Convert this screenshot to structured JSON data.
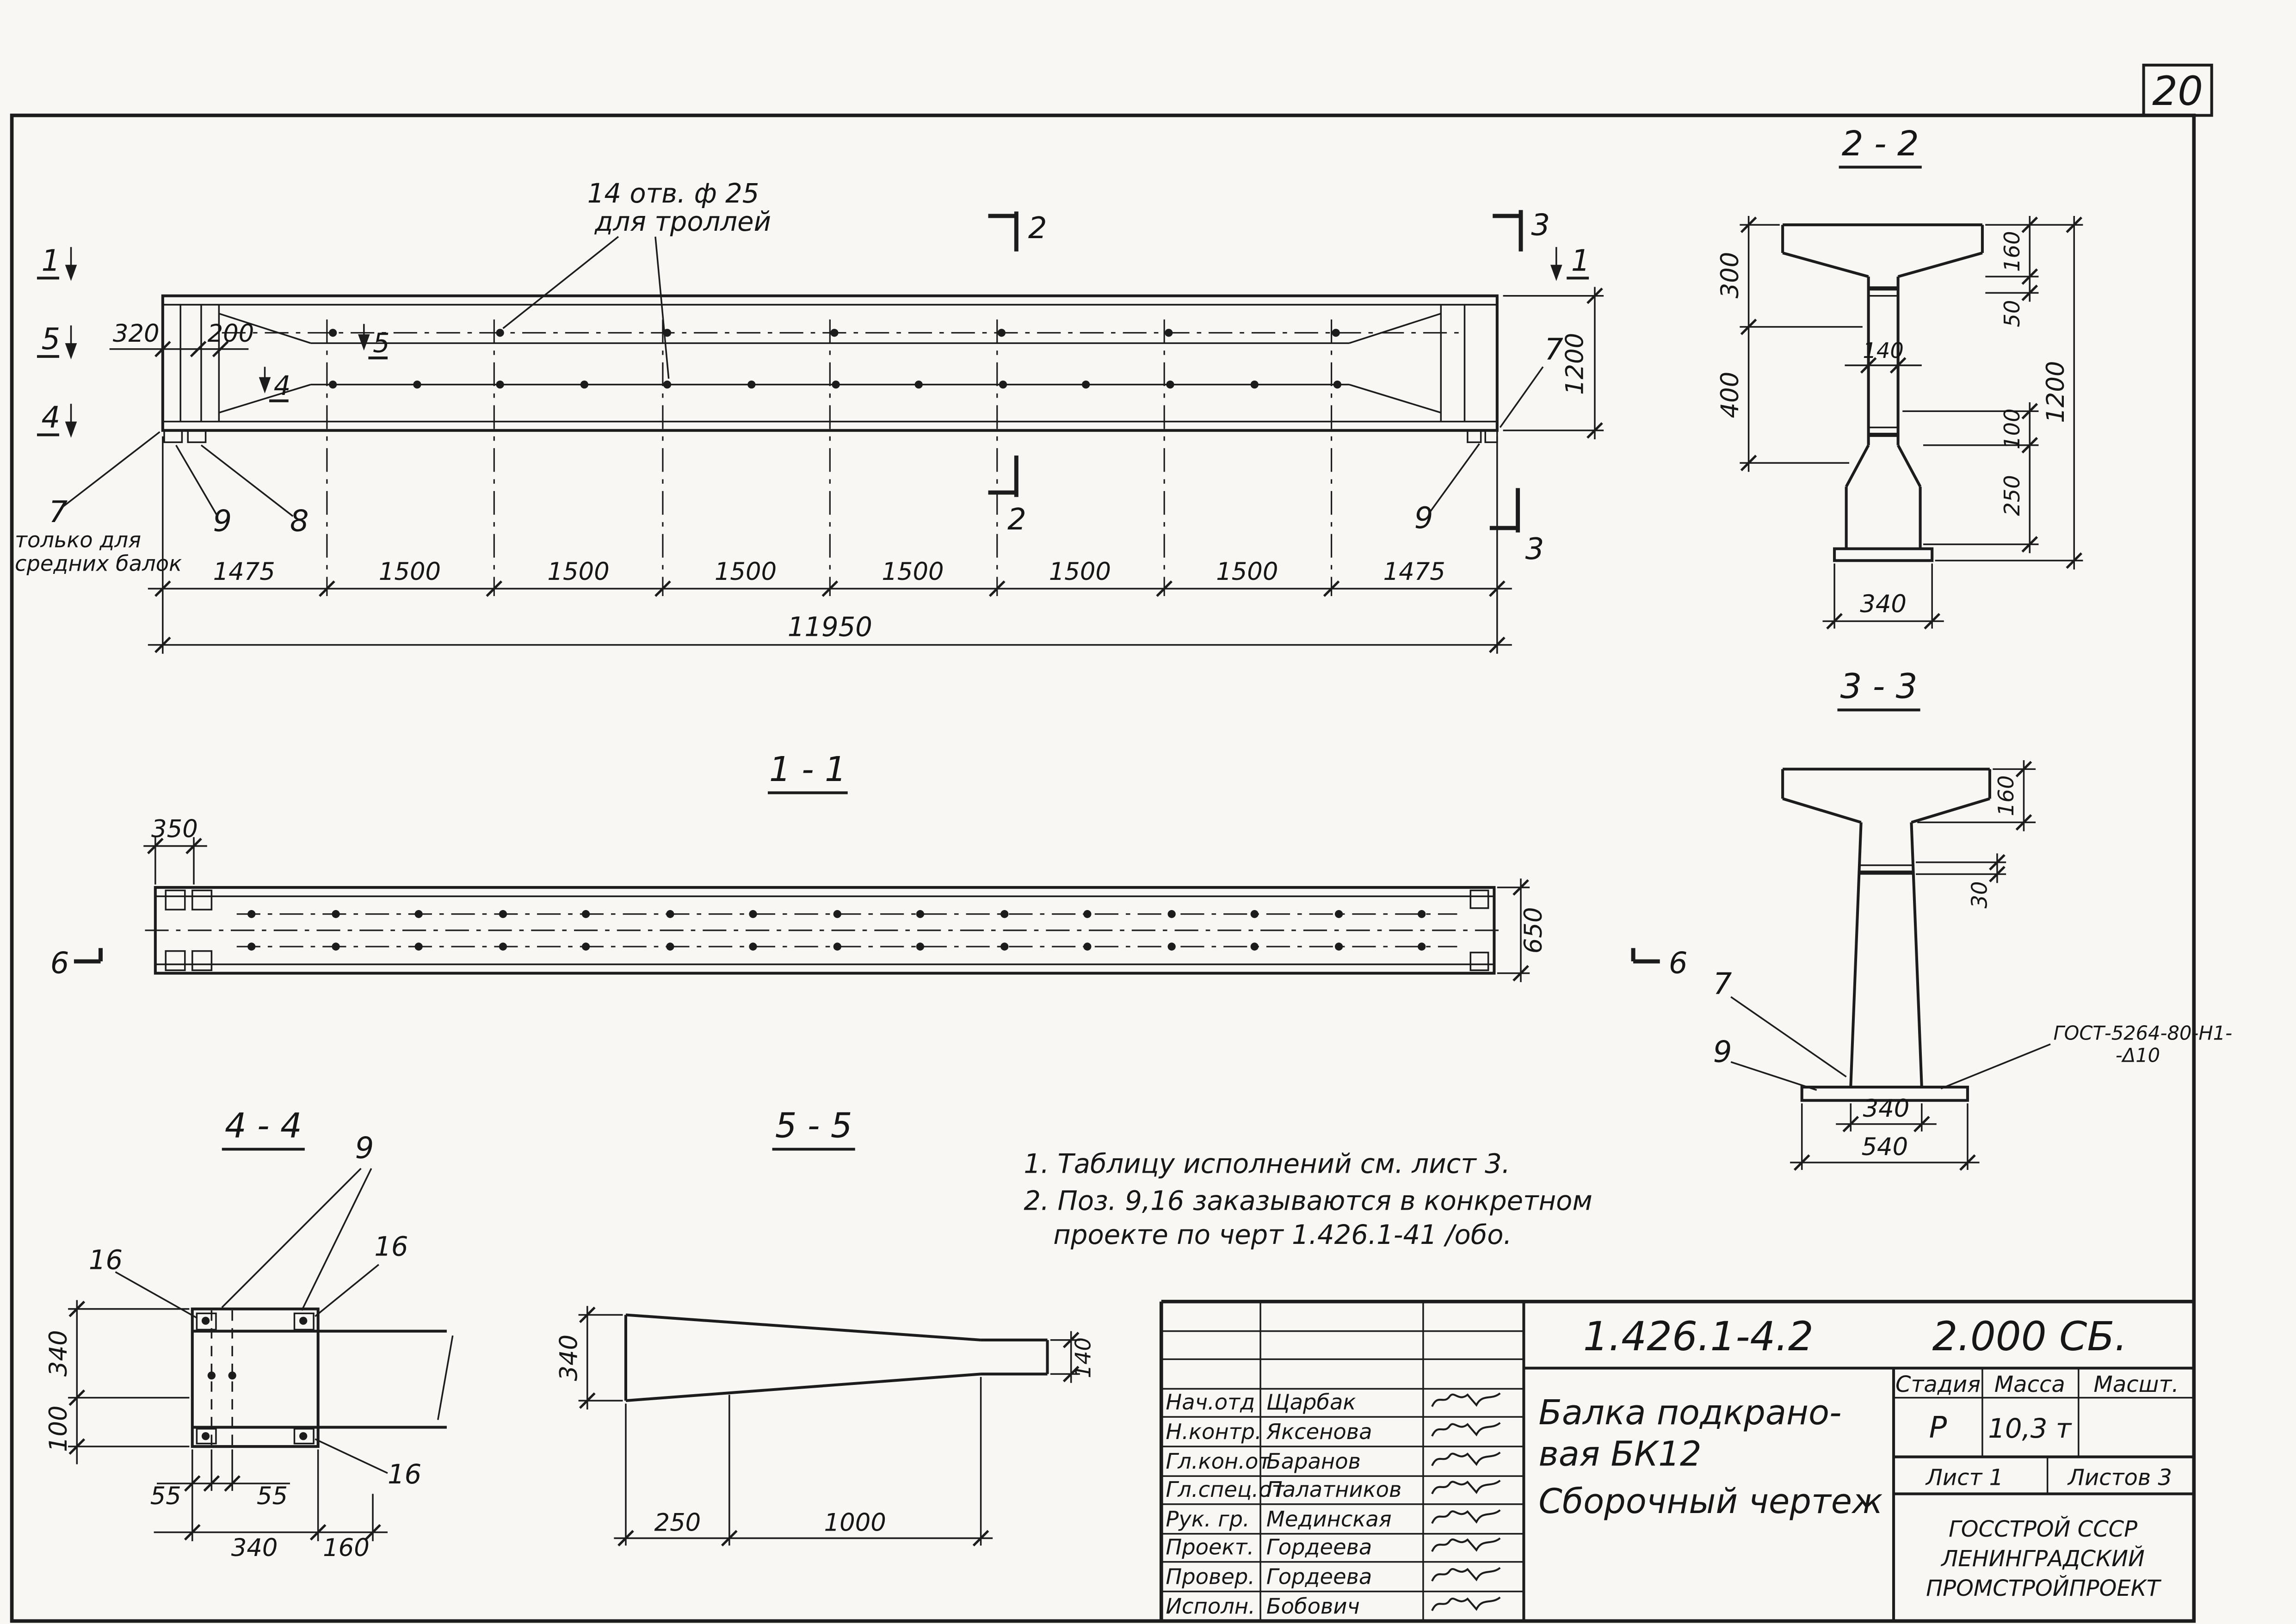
{
  "sheet": {
    "number": "20"
  },
  "elevation": {
    "hole_note": [
      "14 отв. ф 25",
      "для троллей"
    ],
    "marker_1_left": "1",
    "marker_5_left": "5",
    "marker_4_left": "4",
    "marker_5_inner": "5",
    "marker_4_inner": "4",
    "marker_2_top": "2",
    "marker_2_bottom": "2",
    "marker_3_top": "3",
    "marker_3_bottom": "3",
    "marker_1_right": "1",
    "callout_7_left": "7",
    "callout_9_left": "9",
    "callout_8": "8",
    "callout_9_right": "9",
    "callout_7_right": "7",
    "note_left": [
      "только для",
      "средних балок"
    ],
    "dim_320": "320",
    "dim_200": "200",
    "dim_1200": "1200",
    "dims_row": [
      "1475",
      "1500",
      "1500",
      "1500",
      "1500",
      "1500",
      "1500",
      "1475"
    ],
    "dim_total": "11950"
  },
  "section22": {
    "title": "2 - 2",
    "dim_300": "300",
    "dim_400": "400",
    "dim_140": "140",
    "dim_160": "160",
    "dim_50": "50",
    "dim_100": "100",
    "dim_250": "250",
    "dim_1200": "1200",
    "dim_340": "340"
  },
  "section11": {
    "title": "1 - 1",
    "dim_350": "350",
    "dim_650": "650",
    "marker_6_left": "6",
    "marker_6_right": "6"
  },
  "section33": {
    "title": "3 - 3",
    "dim_160": "160",
    "dim_30": "30",
    "callout_7": "7",
    "callout_9": "9",
    "weld_note": [
      "ГОСТ-5264-80-Н1-",
      "-Δ10"
    ],
    "dim_340": "340",
    "dim_540": "540"
  },
  "section44": {
    "title": "4 - 4",
    "callout_9": "9",
    "callout_16_a": "16",
    "callout_16_b": "16",
    "callout_16_c": "16",
    "dim_340_v": "340",
    "dim_100": "100",
    "dim_55_a": "55",
    "dim_55_b": "55",
    "dim_340_h": "340",
    "dim_160": "160"
  },
  "section55": {
    "title": "5 - 5",
    "dim_340": "340",
    "dim_140": "140",
    "dim_250": "250",
    "dim_1000": "1000"
  },
  "notes": [
    "1. Таблицу исполнений  см. лист 3.",
    "2. Поз. 9,16 заказываются в конкретном",
    "проекте по черт 1.426.1-41 /обо."
  ],
  "titleblock": {
    "doc_number": "1.426.1-4.2",
    "doc_code": "2.000 СБ.",
    "rows": [
      {
        "role": "Нач.отд",
        "name": "Щарбак"
      },
      {
        "role": "Н.контр.",
        "name": "Яксенова"
      },
      {
        "role": "Гл.кон.от",
        "name": "Баранов"
      },
      {
        "role": "Гл.спец.от",
        "name": "Палатников"
      },
      {
        "role": "Рук. гр.",
        "name": "Мединская"
      },
      {
        "role": "Проект.",
        "name": "Гордеева"
      },
      {
        "role": "Провер.",
        "name": "Гордеева"
      },
      {
        "role": "Исполн.",
        "name": "Бобович"
      }
    ],
    "title_lines": [
      "Балка подкрано-",
      "вая БК12",
      "Сборочный  чертеж"
    ],
    "stage_header": "Стадия",
    "mass_header": "Масса",
    "scale_header": "Масшт.",
    "stage": "Р",
    "mass": "10,3 т",
    "sheet_label": "Лист 1",
    "sheets_label": "Листов 3",
    "org_lines": [
      "ГОССТРОЙ СССР",
      "ЛЕНИНГРАДСКИЙ",
      "ПРОМСТРОЙПРОЕКТ"
    ]
  }
}
